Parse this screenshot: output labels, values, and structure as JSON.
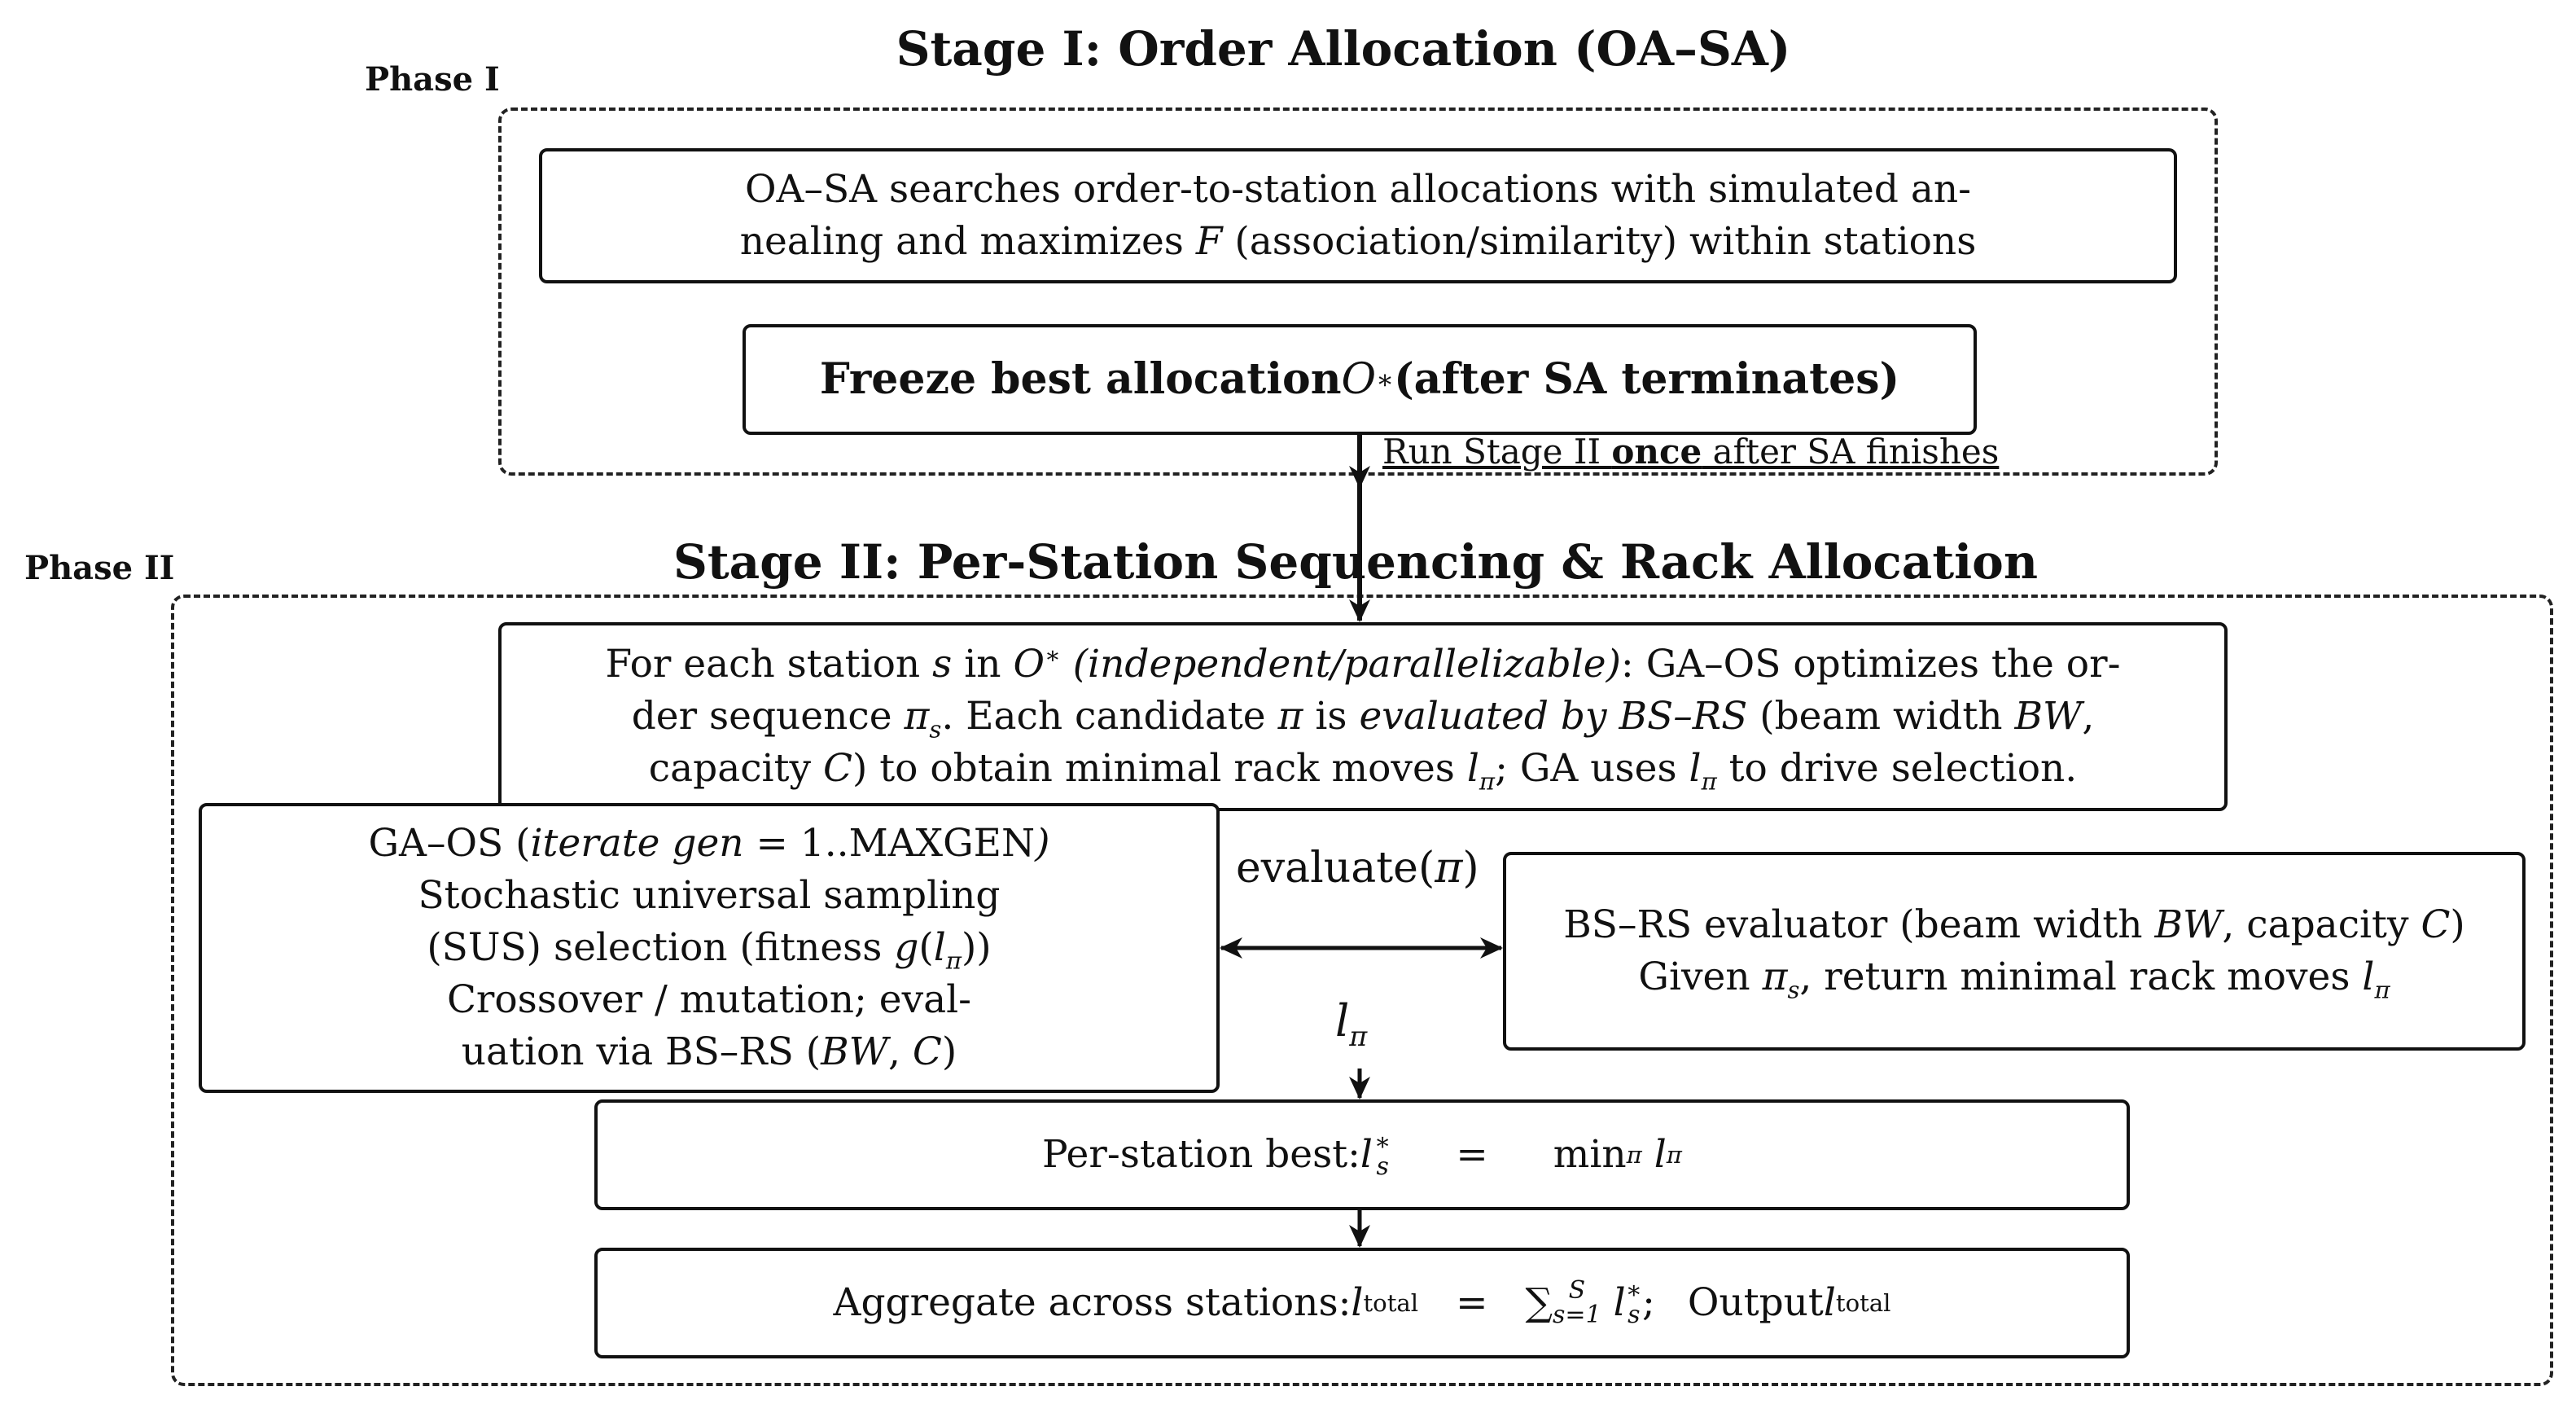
{
  "phase1": {
    "label": "Phase I",
    "title": "Stage I: Order Allocation (OA–SA)",
    "box1": {
      "line1": "OA–SA searches order-to-station allocations with simulated an-",
      "line2_pre": "nealing and maximizes ",
      "line2_var": "F",
      "line2_post": " (association/similarity) within stations"
    },
    "box2": {
      "pre": "Freeze best allocation ",
      "var": "O",
      "sup": "∗",
      "post": " (after SA terminates)"
    },
    "arrow_label": {
      "pre": "Run Stage II ",
      "bold": "once",
      "post": " after SA finishes"
    }
  },
  "phase2": {
    "label": "Phase II",
    "title": "Stage II: Per-Station Sequencing & Rack Allocation",
    "station_box": {
      "l1_a": "For each station ",
      "l1_s": "s",
      "l1_b": " in ",
      "l1_O": "O",
      "l1_star": "∗",
      "l1_it": " (independent/parallelizable)",
      "l1_c": ": GA–OS optimizes the or-",
      "l2_a": "der sequence ",
      "l2_pi": "π",
      "l2_s": "s",
      "l2_b": ". Each candidate ",
      "l2_pi2": "π",
      "l2_c": " is ",
      "l2_it": "evaluated by BS–RS",
      "l2_d": " (beam width ",
      "l2_bw": "BW",
      "l2_e": ",",
      "l3_a": "capacity ",
      "l3_C": "C",
      "l3_b": ") to obtain minimal rack moves ",
      "l3_l": "l",
      "l3_pi": "π",
      "l3_c": "; GA uses ",
      "l3_l2": "l",
      "l3_pi2": "π",
      "l3_d": " to drive selection."
    },
    "gaos_box": {
      "l1_a": "GA–OS (",
      "l1_it": "iterate gen",
      "l1_eq": " = ",
      "l1_b": "1..MAXGEN",
      "l1_c": ")",
      "l2": "Stochastic universal sampling",
      "l3_a": "(SUS) selection (fitness ",
      "l3_g": "g",
      "l3_b": "(",
      "l3_l": "l",
      "l3_pi": "π",
      "l3_c": "))",
      "l4": "Crossover / mutation; eval-",
      "l5_a": "uation via BS–RS (",
      "l5_bw": "BW",
      "l5_b": ", ",
      "l5_C": "C",
      "l5_c": ")"
    },
    "bsrs_box": {
      "l1_a": "BS–RS evaluator (beam width ",
      "l1_bw": "BW",
      "l1_b": ", capacity ",
      "l1_C": "C",
      "l1_c": ")",
      "l2_a": "Given ",
      "l2_pi": "π",
      "l2_s": "s",
      "l2_b": ", return minimal rack moves ",
      "l2_l": "l",
      "l2_pi2": "π"
    },
    "evaluate_label": {
      "pre": "evaluate(",
      "pi": "π",
      "post": ")"
    },
    "lpi_label": {
      "l": "l",
      "pi": "π"
    },
    "best_box": {
      "pre": "Per-station best: ",
      "l": "l",
      "sub": "s",
      "sup": "∗",
      "eq": "=",
      "min": "min",
      "minsub": "π",
      "l2": "l",
      "l2sub": "π"
    },
    "agg_box": {
      "pre": "Aggregate across stations: ",
      "l": "l",
      "sub": "total",
      "eq": "=",
      "sum": "∑",
      "sumsub": "s=1",
      "sumsup": "S",
      "l2": "l",
      "l2sub": "s",
      "l2sup": "∗",
      "semi": ";",
      "out": "Output ",
      "l3": "l",
      "l3sub": "total"
    }
  }
}
